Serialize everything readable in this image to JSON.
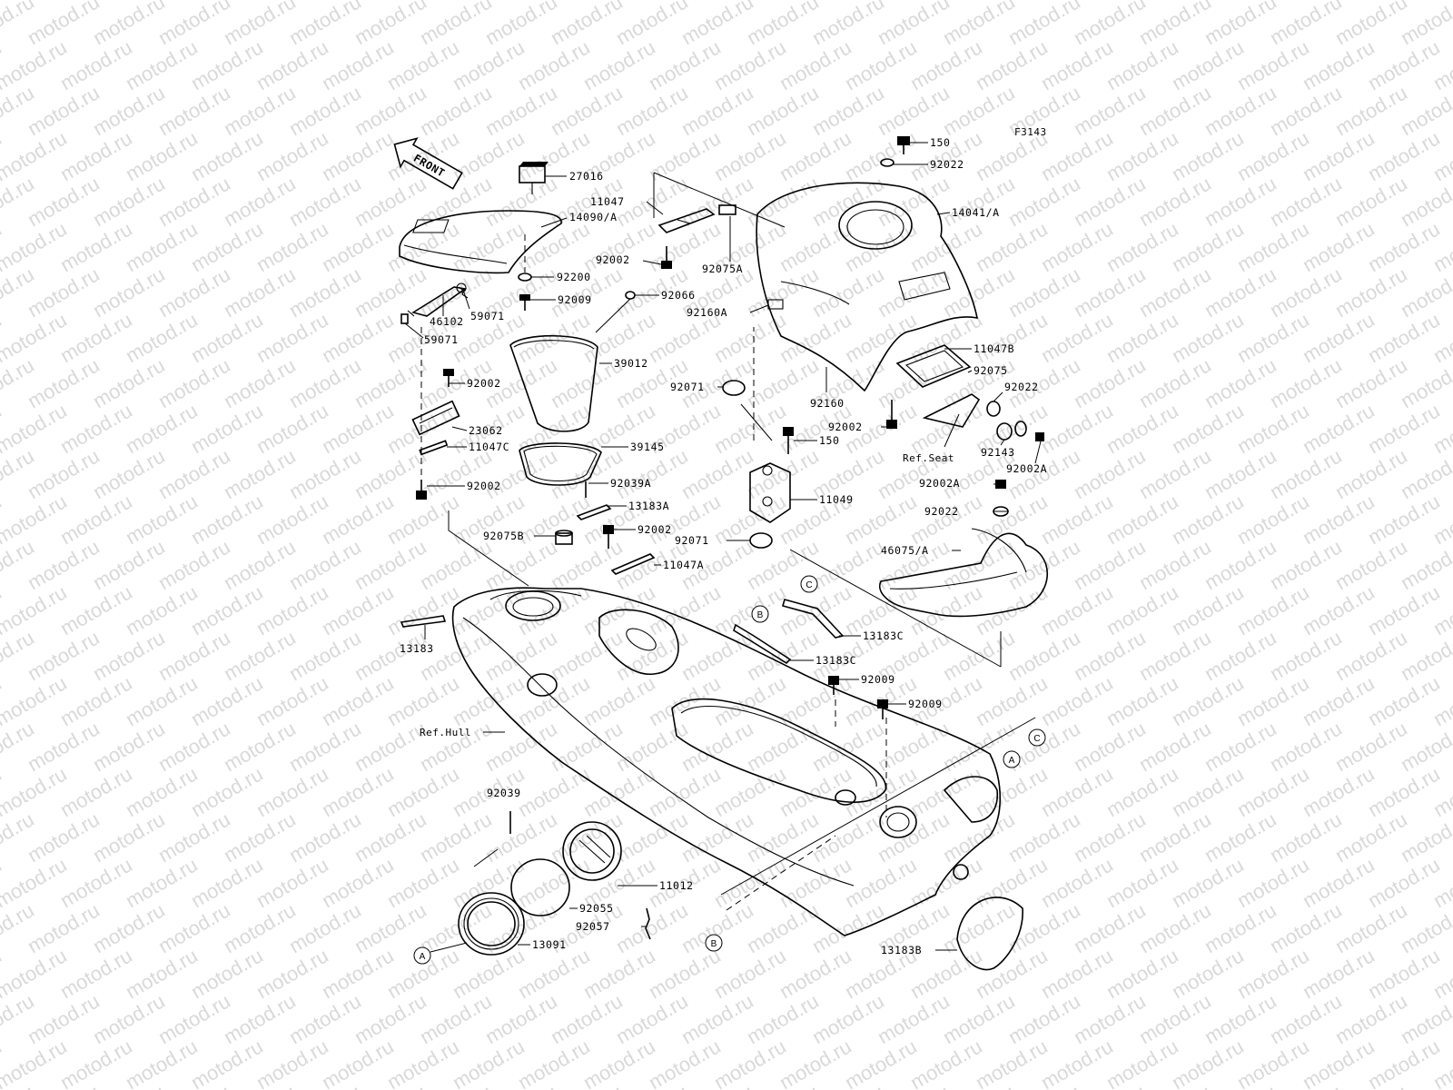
{
  "figure_code": "F3143",
  "front_label": "FRONT",
  "watermark": "motod.ru",
  "parts": {
    "p150_top": "150",
    "p92022_top": "92022",
    "p27016": "27016",
    "p11047": "11047",
    "p14090": "14090/A",
    "p14041": "14041/A",
    "p92002_a": "92002",
    "p92075A": "92075A",
    "p92200": "92200",
    "p92009_a": "92009",
    "p92066": "92066",
    "p46102": "46102",
    "p59071_a": "59071",
    "p59071_b": "59071",
    "p92160A": "92160A",
    "p39012": "39012",
    "p11047B": "11047B",
    "p92075": "92075",
    "p92071_a": "92071",
    "p92002_b": "92002",
    "p92022_mid": "92022",
    "p92160": "92160",
    "p23062": "23062",
    "p92002_c": "92002",
    "p150_mid": "150",
    "p11047C": "11047C",
    "p39145": "39145",
    "p92143": "92143",
    "p92002A_a": "92002A",
    "p92002_d": "92002",
    "p92039A": "92039A",
    "p13183A": "13183A",
    "p11049": "11049",
    "p92002A_b": "92002A",
    "p92022_low": "92022",
    "p92075B": "92075B",
    "p92002_e": "92002",
    "p92071_b": "92071",
    "p11047A": "11047A",
    "p46075": "46075/A",
    "p13183": "13183",
    "p13183C_a": "13183C",
    "p13183C_b": "13183C",
    "p92009_b": "92009",
    "p92009_c": "92009",
    "p92039": "92039",
    "p11012": "11012",
    "p92055": "92055",
    "p92057": "92057",
    "p13091": "13091",
    "p13183B": "13183B"
  },
  "refs": {
    "seat": "Ref.Seat",
    "hull": "Ref.Hull"
  },
  "callouts": {
    "A": "A",
    "B": "B",
    "C": "C"
  }
}
